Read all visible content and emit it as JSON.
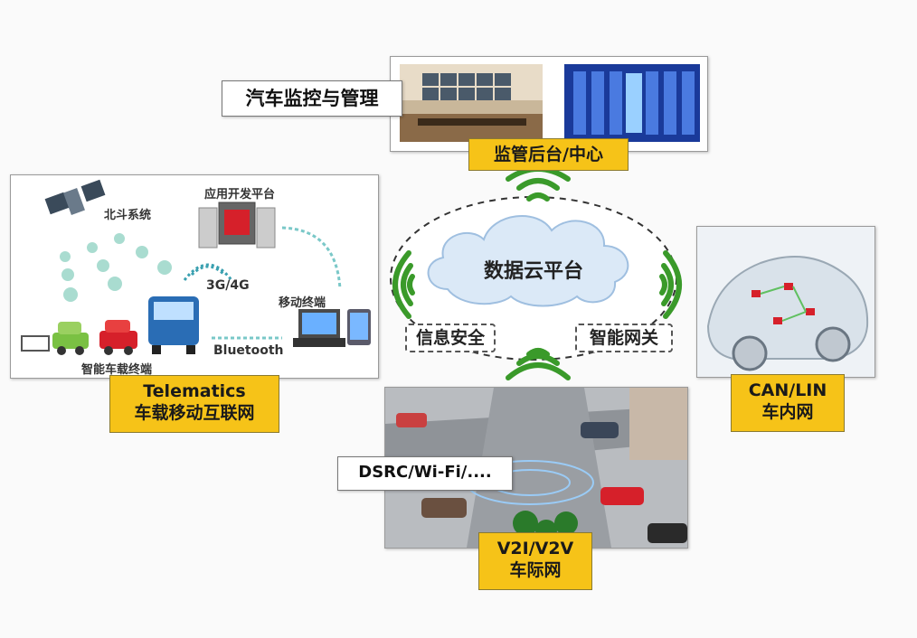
{
  "top_panel": {
    "caption": "汽车监控与管理",
    "label": "监管后台/中心"
  },
  "cloud": {
    "title": "数据云平台",
    "security": "信息安全",
    "gateway": "智能网关"
  },
  "left_panel": {
    "beidou": "北斗系统",
    "app_platform": "应用开发平台",
    "network": "3G/4G",
    "mobile": "移动终端",
    "bluetooth": "Bluetooth",
    "onboard": "智能车载终端",
    "label_line1": "Telematics",
    "label_line2": "车载移动互联网"
  },
  "right_panel": {
    "label_line1": "CAN/LIN",
    "label_line2": "车内网"
  },
  "bottom_panel": {
    "dsrc": "DSRC/Wi-Fi/....",
    "label_line1": "V2I/V2V",
    "label_line2": "车际网"
  },
  "colors": {
    "label_bg": "#f6c318",
    "signal_green": "#3a9a2a",
    "car_green": "#7ac143",
    "car_red": "#d6202a",
    "truck_blue": "#2a6db5"
  }
}
